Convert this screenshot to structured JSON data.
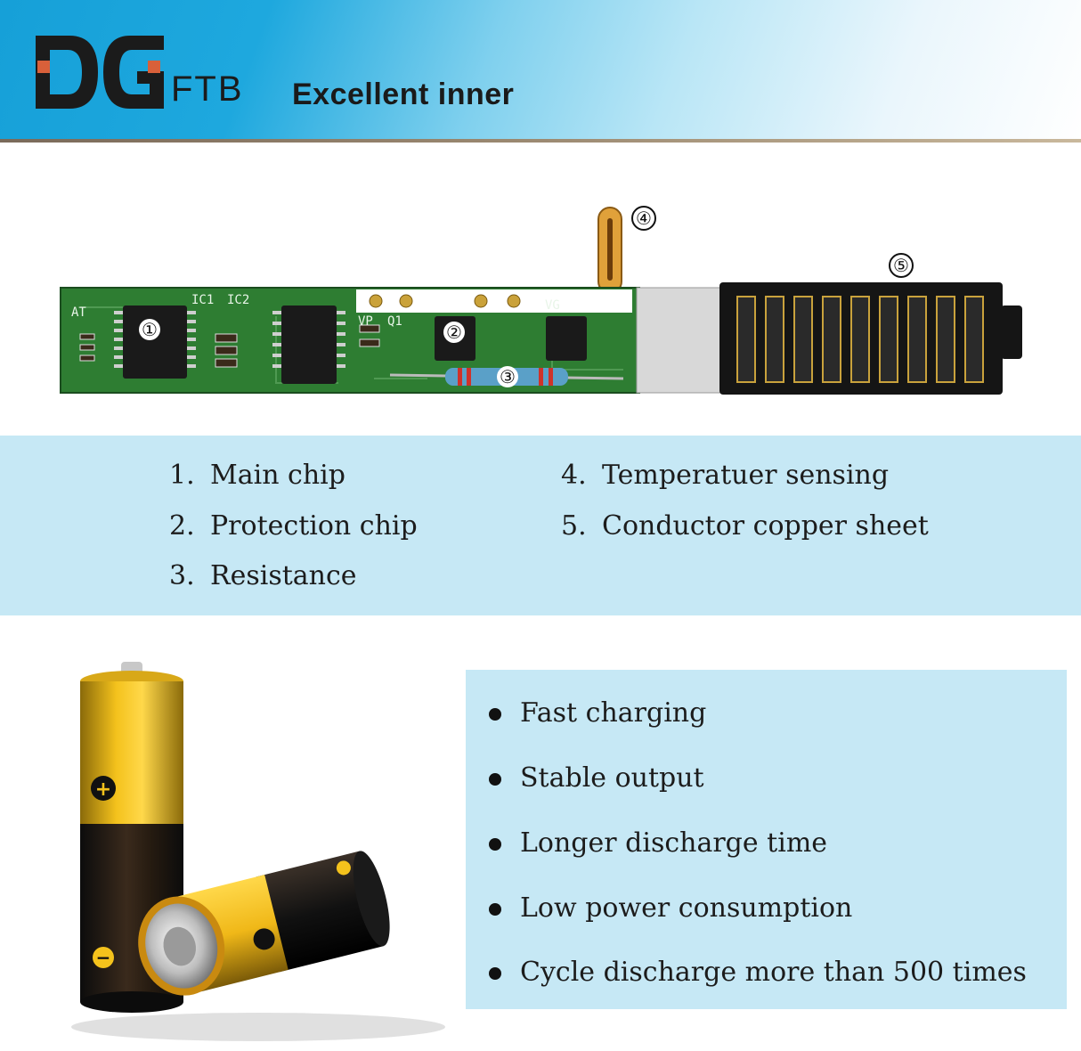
{
  "header": {
    "logo_mark": "DG",
    "brand_suffix": "FTB",
    "title": "Excellent inner",
    "colors": {
      "banner_start": "#16a0d8",
      "banner_end": "#ffffff",
      "logo_dark": "#1b1b1b",
      "logo_accent": "#d8603a"
    }
  },
  "board": {
    "silkscreen": [
      "AT",
      "IC1",
      "IC2",
      "VP",
      "Q1",
      "VG"
    ],
    "callouts": [
      "①",
      "②",
      "③",
      "④",
      "⑤"
    ],
    "icon": "circuit-board"
  },
  "legend": {
    "items": [
      {
        "num": "1.",
        "label": "Main chip"
      },
      {
        "num": "2.",
        "label": "Protection chip"
      },
      {
        "num": "3.",
        "label": "Resistance"
      },
      {
        "num": "4.",
        "label": "Temperatuer sensing"
      },
      {
        "num": "5.",
        "label": "Conductor copper sheet"
      }
    ]
  },
  "batteries": {
    "icon": "aa-batteries",
    "positive_symbol": "+",
    "negative_symbol": "−"
  },
  "features": {
    "items": [
      "Fast charging",
      "Stable output",
      "Longer discharge time",
      "Low power consumption",
      "Cycle discharge more than 500 times"
    ]
  }
}
